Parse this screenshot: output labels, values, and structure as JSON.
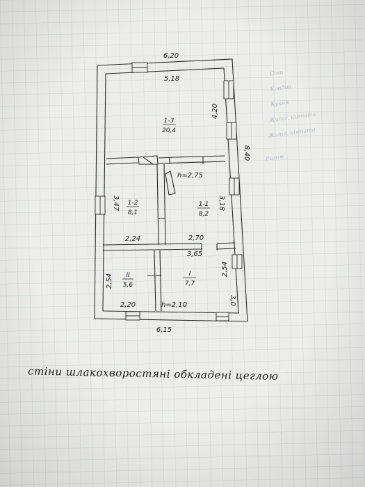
{
  "plan": {
    "outer_dims": {
      "top": "6,20",
      "bottom": "6,15",
      "right_total": "8,40",
      "right_front": "3,0"
    },
    "rooms": [
      {
        "id": "1-3",
        "area": "20,4"
      },
      {
        "id": "1-2",
        "area": "8,1"
      },
      {
        "id": "1-1",
        "area": "8,2"
      },
      {
        "id": "II",
        "area": "5,6"
      },
      {
        "id": "I",
        "area": "7,7"
      }
    ],
    "inner_dims": {
      "r13_width": "5,18",
      "r13_depth": "4,20",
      "r12_depth": "3,47",
      "r12_width": "2,24",
      "r11_height": "h=2,75",
      "r11_depth": "3,18",
      "r11_width": "2,70",
      "ri_width_top": "3,65",
      "ri_depth": "2,54",
      "rii_depth": "2,54",
      "rii_width": "2,20",
      "ri_height": "h=2,10"
    }
  },
  "caption": "стіни шлакохворостяні обкладені цеглою",
  "background_notes": [
    "Сіни",
    "Кладов.",
    "Кухня",
    "Житл. кімната",
    "Житл. кімната",
    "Разом"
  ]
}
